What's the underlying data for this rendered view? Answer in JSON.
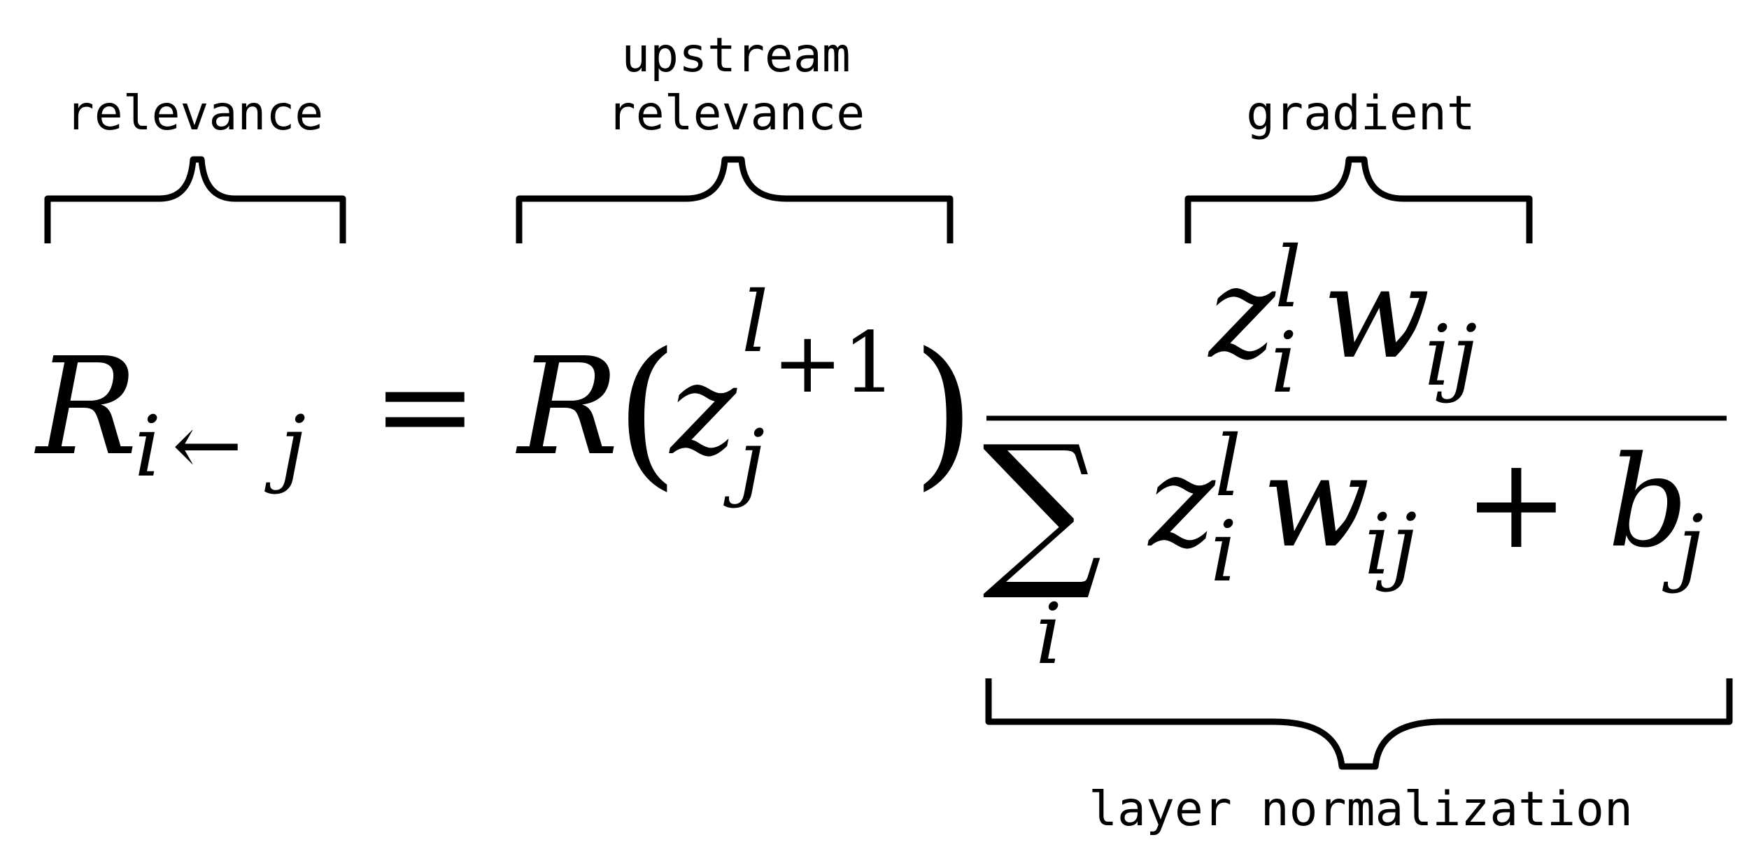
{
  "annotations": {
    "relevance": "relevance",
    "upstream_line1": "upstream",
    "upstream_line2": "relevance",
    "gradient": "gradient",
    "layer_normalization": "layer normalization"
  },
  "equation": {
    "lhs_symbol": "R",
    "lhs_subscript_i": "i",
    "lhs_arrow": "←",
    "lhs_subscript_j": "j",
    "equals": "=",
    "upstream_symbol": "R",
    "open_paren": "(",
    "z": "z",
    "superscript_l": "l",
    "superscript_plus_one": "+1",
    "subscript_j": "j",
    "close_paren": ")",
    "numerator": {
      "z": "z",
      "superscript_l": "l",
      "subscript_i": "i",
      "w": "w",
      "subscript_ij": "ij"
    },
    "denominator": {
      "sum": "∑",
      "sum_index": "i",
      "z": "z",
      "superscript_l": "l",
      "subscript_i": "i",
      "w": "w",
      "subscript_ij": "ij",
      "plus": "+",
      "b": "b",
      "subscript_j": "j"
    }
  }
}
